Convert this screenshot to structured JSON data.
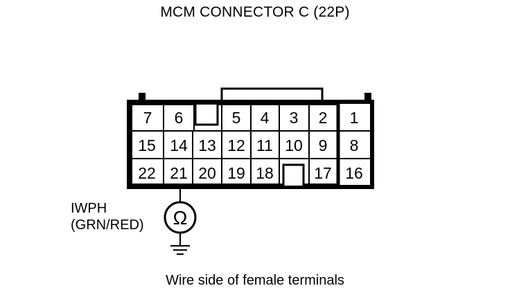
{
  "title": "MCM CONNECTOR C (22P)",
  "caption": "Wire side of female terminals",
  "wire": {
    "signal": "IWPH",
    "color": "(GRN/RED)",
    "terminal": "21"
  },
  "meter_symbol": "Ω",
  "connector": {
    "pin_count": 22,
    "rows": [
      [
        "7",
        "6",
        "",
        "5",
        "4",
        "3",
        "2",
        "1"
      ],
      [
        "15",
        "14",
        "13",
        "12",
        "11",
        "10",
        "9",
        "8"
      ],
      [
        "22",
        "21",
        "20",
        "19",
        "18",
        "",
        "17",
        "16"
      ]
    ]
  },
  "colors": {
    "line": "#000000",
    "background": "#ffffff"
  }
}
